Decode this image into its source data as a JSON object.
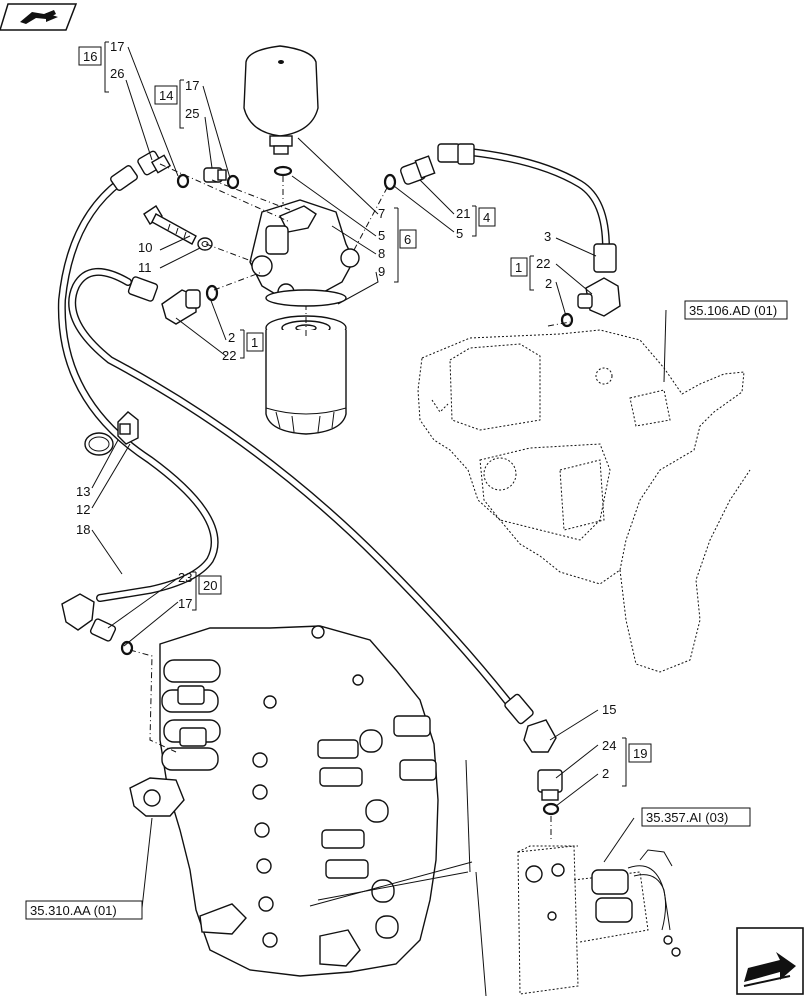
{
  "callouts": {
    "c17a": "17",
    "c26": "26",
    "c16": "16",
    "c17b": "17",
    "c25": "25",
    "c14": "14",
    "c10": "10",
    "c11": "11",
    "c7": "7",
    "c5a": "5",
    "c8": "8",
    "c9": "9",
    "c6": "6",
    "c21": "21",
    "c5b": "5",
    "c4": "4",
    "c3": "3",
    "c22a": "22",
    "c2a": "2",
    "c1a": "1",
    "c2b": "2",
    "c22b": "22",
    "c1b": "1",
    "c13": "13",
    "c12": "12",
    "c18": "18",
    "c23": "23",
    "c17c": "17",
    "c20": "20",
    "c15": "15",
    "c24": "24",
    "c2c": "2",
    "c19": "19"
  },
  "references": {
    "ref_pump": "35.106.AD (01)",
    "ref_valve": "35.310.AA (01)",
    "ref_block": "35.357.AI (03)"
  },
  "icons": {
    "top_left": "book-with-arrow-icon",
    "bottom_right": "next-page-arrow-icon"
  }
}
